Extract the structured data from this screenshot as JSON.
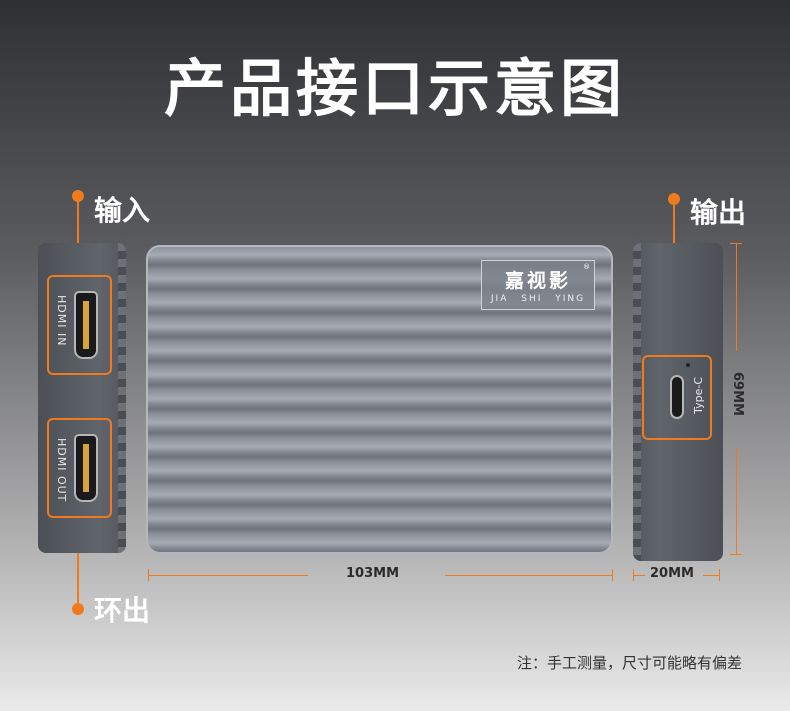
{
  "title": "产品接口示意图",
  "callouts": {
    "input": "输入",
    "output": "输出",
    "loop_out": "环出"
  },
  "ports": {
    "hdmi_in": "HDMI IN",
    "hdmi_out": "HDMI OUT",
    "type_c": "Type-C"
  },
  "logo": {
    "chinese": "嘉视影",
    "pinyin": "JIA SHI YING",
    "registered": "®"
  },
  "dimensions": {
    "length": "103MM",
    "thickness": "20MM",
    "width": "69MM"
  },
  "note": "注：手工测量，尺寸可能略有偏差",
  "colors": {
    "accent": "#f07a1e",
    "device_body": "#8e939d",
    "title": "#ffffff"
  }
}
